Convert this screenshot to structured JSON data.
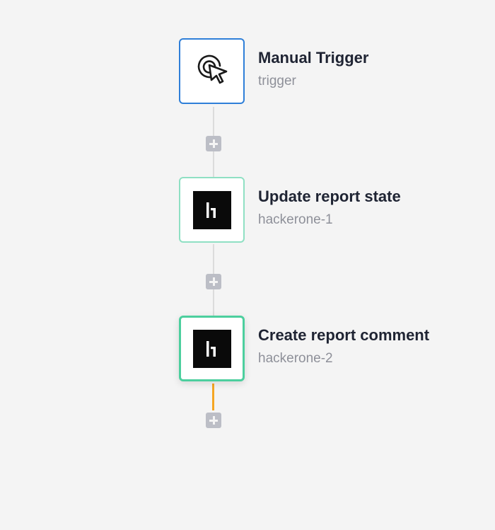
{
  "workflow": {
    "nodes": [
      {
        "title": "Manual Trigger",
        "subtitle": "trigger",
        "icon": "cursor-click-icon"
      },
      {
        "title": "Update report state",
        "subtitle": "hackerone-1",
        "icon": "hackerone-logo-icon"
      },
      {
        "title": "Create report comment",
        "subtitle": "hackerone-2",
        "icon": "hackerone-logo-icon"
      }
    ],
    "colors": {
      "trigger_border": "#2f7fd8",
      "action_border": "#8fe0c3",
      "selected_border": "#4ccf9e",
      "active_connector": "#f5a623",
      "add_button": "#bcbec6"
    }
  }
}
